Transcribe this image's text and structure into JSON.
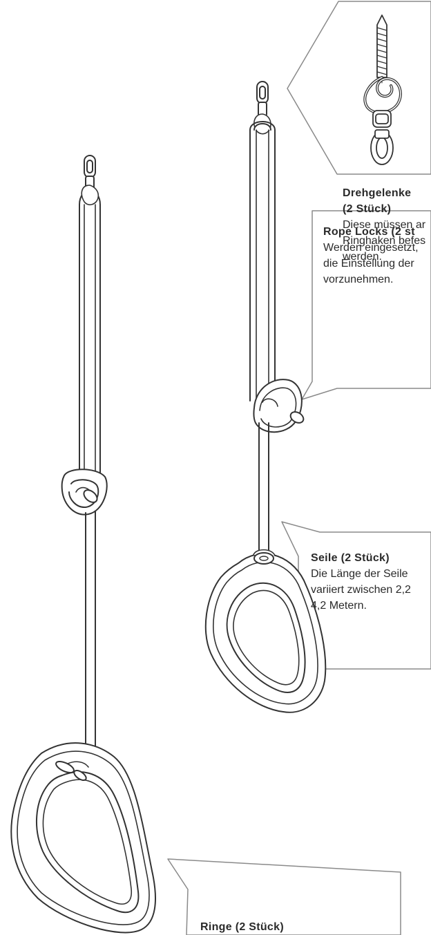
{
  "callouts": {
    "swivel": {
      "title_line1": "Drehgelenke",
      "title_line2": "(2 Stück)",
      "desc_line1": "Diese müssen ar",
      "desc_line2": "Ringhaken befes",
      "desc_line3": "werden.",
      "icon": "swivel-hook-icon"
    },
    "ropelock": {
      "title": "Rope Locks (2 st",
      "desc_line1": "Werden eingesetzt,",
      "desc_line2": "die Einstellung der",
      "desc_line3": "vorzunehmen."
    },
    "ropes": {
      "title": "Seile (2 Stück)",
      "desc_line1": "Die Länge der Seile",
      "desc_line2": "variiert zwischen 2,2",
      "desc_line3": "4,2 Metern."
    },
    "rings": {
      "title": "Ringe (2 Stück)"
    }
  },
  "colors": {
    "line": "#333333",
    "fill": "#ffffff",
    "callout_border": "#8a8a8a"
  }
}
